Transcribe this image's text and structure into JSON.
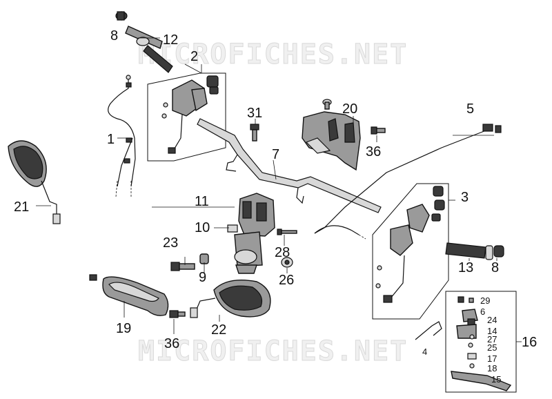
{
  "watermark": {
    "top": "MICROFICHES.NET",
    "bottom": "MICROFICHES.NET"
  },
  "callouts": {
    "p1": "1",
    "p2": "2",
    "p3": "3",
    "p4": "4",
    "p5": "5",
    "p6": "6",
    "p7": "7",
    "p8a": "8",
    "p8b": "8",
    "p9": "9",
    "p10": "10",
    "p11": "11",
    "p12": "12",
    "p13": "13",
    "p14": "14",
    "p15": "15",
    "p16": "16",
    "p17": "17",
    "p18": "18",
    "p19": "19",
    "p20": "20",
    "p21": "21",
    "p22": "22",
    "p23": "23",
    "p24": "24",
    "p25": "25",
    "p26": "26",
    "p27": "27",
    "p28": "28",
    "p29": "29",
    "p31": "31",
    "p36a": "36",
    "p36b": "36"
  }
}
